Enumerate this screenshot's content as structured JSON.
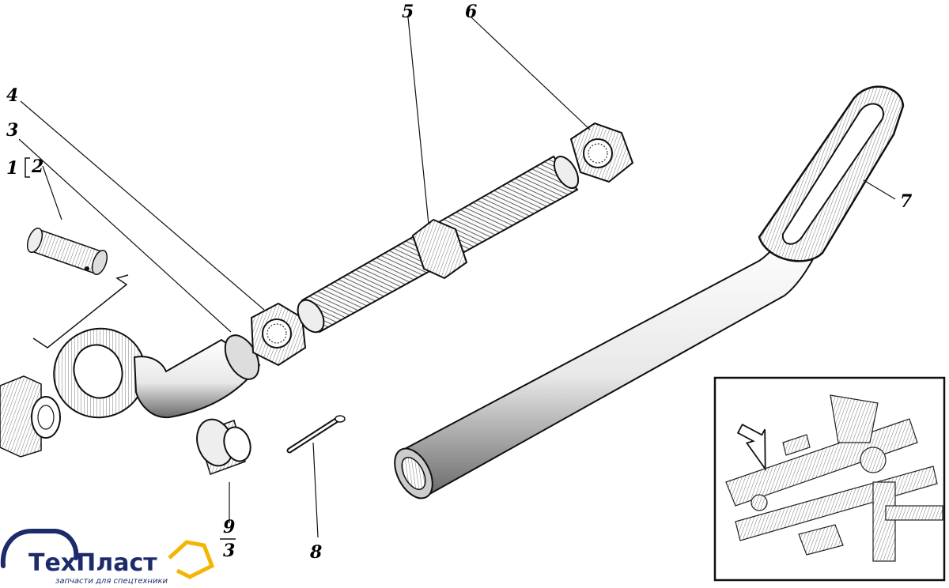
{
  "callouts": {
    "c1": "1",
    "c2": "2",
    "c3": "3",
    "c4": "4",
    "c5": "5",
    "c6": "6",
    "c7": "7",
    "c8": "8",
    "c9": "9",
    "c9sub": "3"
  },
  "logo": {
    "name": "ТехПласт",
    "tagline": "запчасти для спецтехники",
    "colors": {
      "text": "#1d2b6b",
      "accent": "#f2b705"
    }
  }
}
